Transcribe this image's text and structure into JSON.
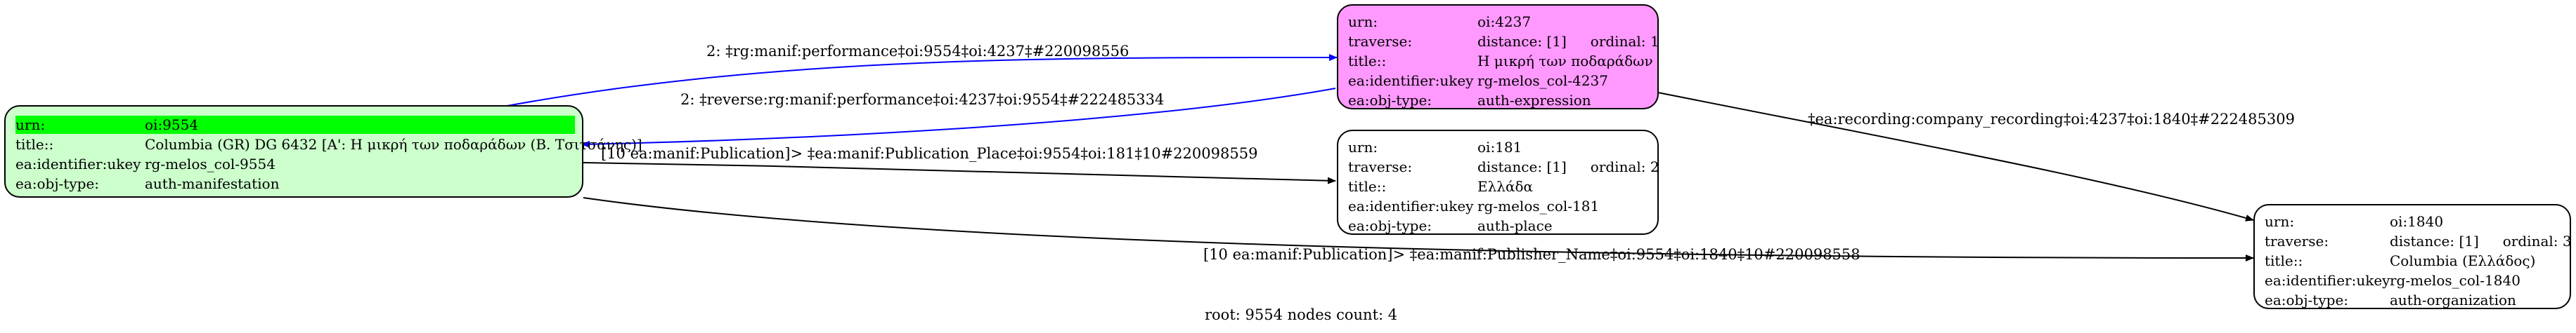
{
  "footer": "root: 9554 nodes count: 4",
  "colors": {
    "root_fill": "#ccffcc",
    "expression_fill": "#ff99ff",
    "default_fill": "#ffffff",
    "highlight": "#00ff00",
    "blue_edge": "#0000ff",
    "black_edge": "#000000"
  },
  "nodes": [
    {
      "id": "oi9554",
      "fill": "#ccffcc",
      "rows": [
        {
          "key": "urn:",
          "value": "oi:9554",
          "highlight": true
        },
        {
          "key": "title::",
          "value": "Columbia (GR) DG 6432 [Α': Η μικρή των ποδαράδων (Β. Τσιτσάνης)]"
        },
        {
          "key": "ea:identifier:ukey",
          "value": "rg-melos_col-9554"
        },
        {
          "key": "ea:obj-type:",
          "value": "auth-manifestation"
        }
      ]
    },
    {
      "id": "oi4237",
      "fill": "#ff99ff",
      "rows": [
        {
          "key": "urn:",
          "value": "oi:4237"
        },
        {
          "key": "traverse:",
          "value": "distance: [1]",
          "value2": "ordinal: 1"
        },
        {
          "key": "title::",
          "value": "Η μικρή των ποδαράδων"
        },
        {
          "key": "ea:identifier:ukey",
          "value": "rg-melos_col-4237"
        },
        {
          "key": "ea:obj-type:",
          "value": "auth-expression"
        }
      ]
    },
    {
      "id": "oi181",
      "fill": "#ffffff",
      "rows": [
        {
          "key": "urn:",
          "value": "oi:181"
        },
        {
          "key": "traverse:",
          "value": "distance: [1]",
          "value2": "ordinal: 2"
        },
        {
          "key": "title::",
          "value": "Ελλάδα"
        },
        {
          "key": "ea:identifier:ukey",
          "value": "rg-melos_col-181"
        },
        {
          "key": "ea:obj-type:",
          "value": "auth-place"
        }
      ]
    },
    {
      "id": "oi1840",
      "fill": "#ffffff",
      "rows": [
        {
          "key": "urn:",
          "value": "oi:1840"
        },
        {
          "key": "traverse:",
          "value": "distance: [1]",
          "value2": "ordinal: 3"
        },
        {
          "key": "title::",
          "value": "Columbia (Ελλάδος)"
        },
        {
          "key": "ea:identifier:ukey",
          "value": "rg-melos_col-1840"
        },
        {
          "key": "ea:obj-type:",
          "value": "auth-organization"
        }
      ]
    }
  ],
  "edges": [
    {
      "id": "e1",
      "label": "2: ‡rg:manif:performance‡oi:9554‡oi:4237‡#220098556",
      "color": "#0000ff"
    },
    {
      "id": "e2",
      "label": "2: ‡reverse:rg:manif:performance‡oi:4237‡oi:9554‡#222485334",
      "color": "#0000ff"
    },
    {
      "id": "e3",
      "label": "[10 ea:manif:Publication]> ‡ea:manif:Publication_Place‡oi:9554‡oi:181‡10#220098559",
      "color": "#000000"
    },
    {
      "id": "e4",
      "label": "[10 ea:manif:Publication]> ‡ea:manif:Publisher_Name‡oi:9554‡oi:1840‡10#220098558",
      "color": "#000000"
    },
    {
      "id": "e5",
      "label": "‡ea:recording:company_recording‡oi:4237‡oi:1840‡#222485309",
      "color": "#000000"
    }
  ]
}
